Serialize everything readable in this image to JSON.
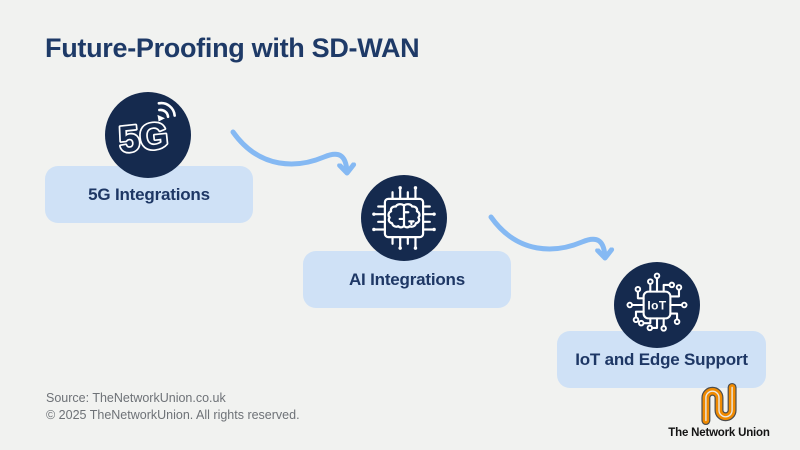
{
  "title": "Future-Proofing with SD-WAN",
  "steps": [
    {
      "label": "5G Integrations",
      "icon": "5g-signal"
    },
    {
      "label": "AI Integrations",
      "icon": "ai-brain-chip"
    },
    {
      "label": "IoT and Edge Support",
      "icon": "iot-circuit"
    }
  ],
  "icons": {
    "fiveg_text": "5G",
    "iot_chip_text": "IoT"
  },
  "footer": {
    "source": "Source: TheNetworkUnion.co.uk",
    "copyright": "© 2025 TheNetworkUnion. All rights reserved."
  },
  "branding": {
    "name": "The Network Union"
  },
  "colors": {
    "background": "#F1F2F0",
    "circle_navy": "#152A4E",
    "title_navy": "#1E3A67",
    "pill_blue": "#CFE1F6",
    "label_navy": "#1E3765",
    "arrow_blue": "#85B9F3",
    "footer_gray": "#6E7277",
    "logo_orange": "#F08A00",
    "logo_text": "#141414"
  }
}
